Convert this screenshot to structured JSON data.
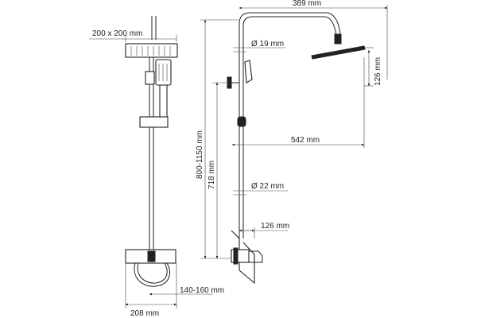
{
  "front_view": {
    "head_size": "200 x 200 mm",
    "offset": "140-160 mm",
    "width": "208 mm"
  },
  "side_view": {
    "arm_length": "389 mm",
    "arm_diameter": "Ø 19 mm",
    "head_drop": "126 mm",
    "reach": "542 mm",
    "height_range": "800-1150 mm",
    "rail_height": "718 mm",
    "rail_diameter": "Ø 22 mm",
    "mixer_depth": "126 mm"
  }
}
